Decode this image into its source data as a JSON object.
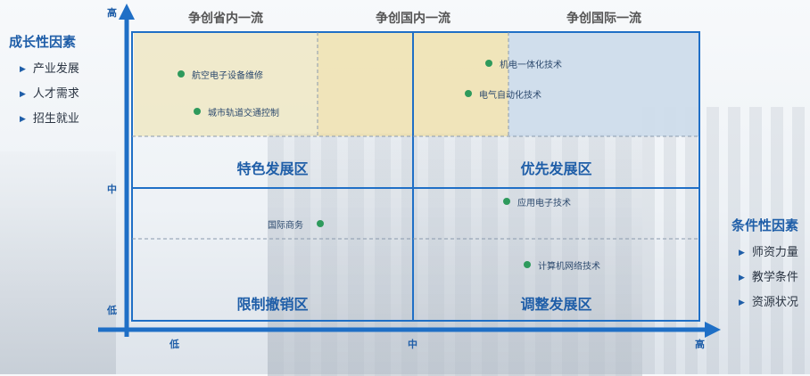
{
  "growth_factors": {
    "title": "成长性因素",
    "items": [
      "产业发展",
      "人才需求",
      "招生就业"
    ]
  },
  "condition_factors": {
    "title": "条件性因素",
    "items": [
      "师资力量",
      "教学条件",
      "资源状况"
    ]
  },
  "y_axis": {
    "high": "高",
    "mid": "中",
    "low": "低"
  },
  "x_axis": {
    "low": "低",
    "mid": "中",
    "high": "高"
  },
  "column_headers": [
    "争创省内一流",
    "争创国内一流",
    "争创国际一流"
  ],
  "quadrants": {
    "top_left": "特色发展区",
    "top_right": "优先发展区",
    "bottom_left": "限制撤销区",
    "bottom_right": "调整发展区"
  },
  "majors": [
    {
      "name": "航空电子设备维修"
    },
    {
      "name": "城市轨道交通控制"
    },
    {
      "name": "机电一体化技术"
    },
    {
      "name": "电气自动化技术"
    },
    {
      "name": "应用电子技术"
    },
    {
      "name": "国际商务"
    },
    {
      "name": "计算机网络技术"
    }
  ],
  "colors": {
    "axis": "#1f6fc6",
    "zone_yellow": "#efe7c4",
    "zone_yellow_strong": "#f0e2b2",
    "zone_blue": "#cddceb",
    "dot": "#2e9a5c",
    "label": "#1f5ea8"
  }
}
